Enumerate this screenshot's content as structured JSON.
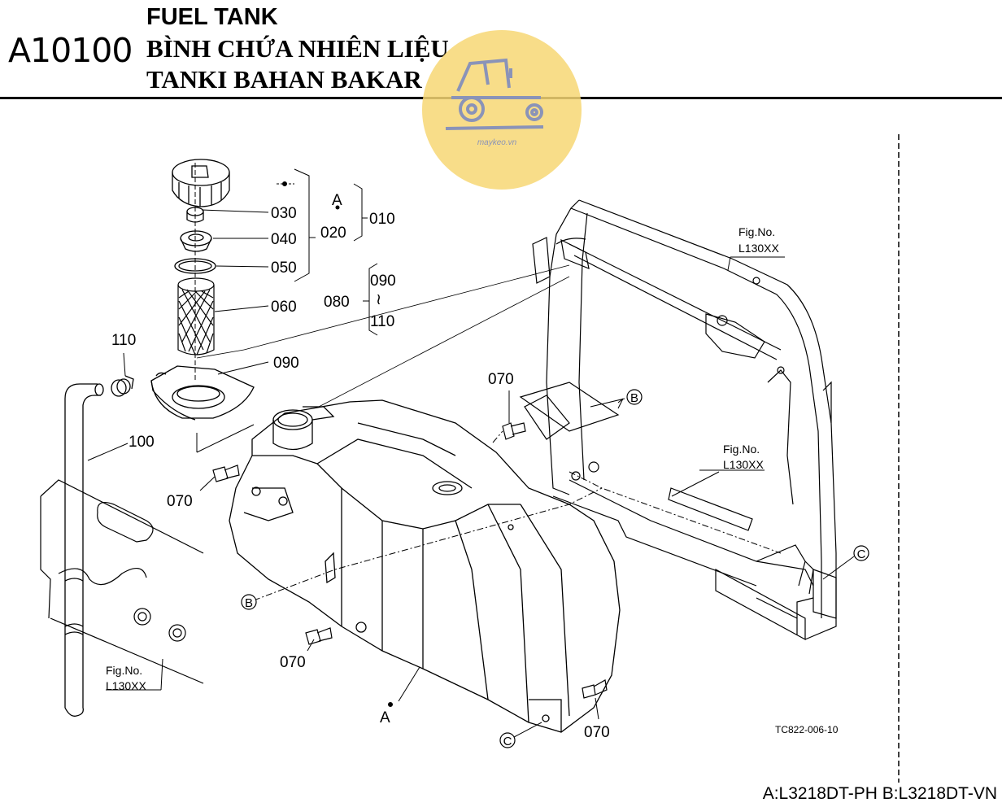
{
  "header": {
    "code": "A10100",
    "title_lines": [
      "FUEL TANK",
      "BÌNH CHỨA NHIÊN LIỆU",
      "TANKI BAHAN BAKAR"
    ]
  },
  "watermark": {
    "icon": "tractor-icon",
    "text": "maykeo.vn",
    "color": "#f7d774"
  },
  "callouts": {
    "c030": "030",
    "c040": "040",
    "c050": "050",
    "c060": "060",
    "c090": "090",
    "c110": "110",
    "c100": "100",
    "c070_right": "070",
    "c070_left": "070",
    "c070_bottom": "070",
    "c070_bottom_right": "070",
    "group_a": "A",
    "c020": "020",
    "c010": "010",
    "c080": "080",
    "range_from": "090",
    "range_sym": "≀",
    "range_to": "110",
    "tank_a": "A",
    "ref_b_right": "B",
    "ref_b_left": "B",
    "ref_c_right": "C",
    "ref_c_bottom": "C"
  },
  "fig_refs": {
    "top": {
      "label": "Fig.No.",
      "code": "L130XX"
    },
    "middle": {
      "label": "Fig.No.",
      "code": "L130XX"
    },
    "left": {
      "label": "Fig.No.",
      "code": "L130XX"
    }
  },
  "drawing_no": "TC822-006-10",
  "footer": {
    "models": "A:L3218DT-PH B:L3218DT-VN"
  }
}
